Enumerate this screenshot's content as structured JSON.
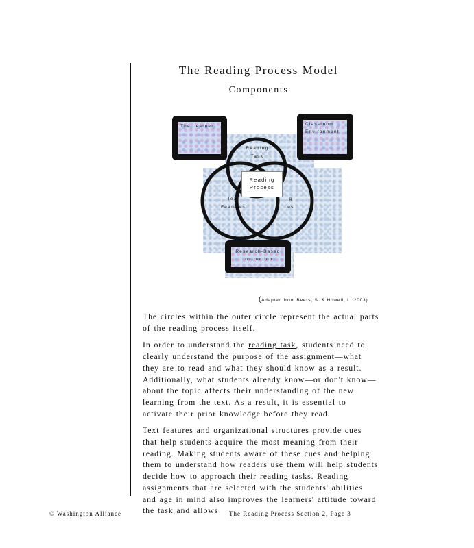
{
  "header": {
    "title": "The Reading Process Model",
    "subtitle": "Components"
  },
  "diagram": {
    "learner_label": "The Learner",
    "classroom_label_1": "Classroom",
    "classroom_label_2": "Environment",
    "task_label_1": "Reading",
    "task_label_2": "Task",
    "process_label_1": "Reading",
    "process_label_2": "Process",
    "text_features_label_1": "Text",
    "text_features_label_2": "Features",
    "right_label_1": "g",
    "right_label_2": "es",
    "instruction_label_1": "Research-Based",
    "instruction_label_2": "Instruction",
    "credit_open": "(",
    "credit_text": "Adapted from Beers, S. & Howell, L. 2003)"
  },
  "body": {
    "p1": "The circles within the outer circle represent the actual parts of the reading process itself.",
    "p2_a": "In order to understand the ",
    "p2_link": "reading task",
    "p2_b": ", students need to clearly understand the purpose of the assignment—what they are to read and what they should know as a result. Additionally, what students already know—or don't know—about the topic affects their understanding of the new learning from the text. As a result, it is essential to activate their prior knowledge before they read.",
    "p3_link": "Text features",
    "p3_b": " and organizational structures provide cues that help students acquire the most meaning from their reading. Making students aware of these cues and helping them to understand how readers use them will help students decide how to approach their reading tasks. Reading assignments that are selected with the students' abilities and age in mind also improves the learners' attitude toward the task and allows"
  },
  "footer": {
    "left": "© Washington Alliance",
    "right": "The Reading Process Section 2, Page 3"
  }
}
